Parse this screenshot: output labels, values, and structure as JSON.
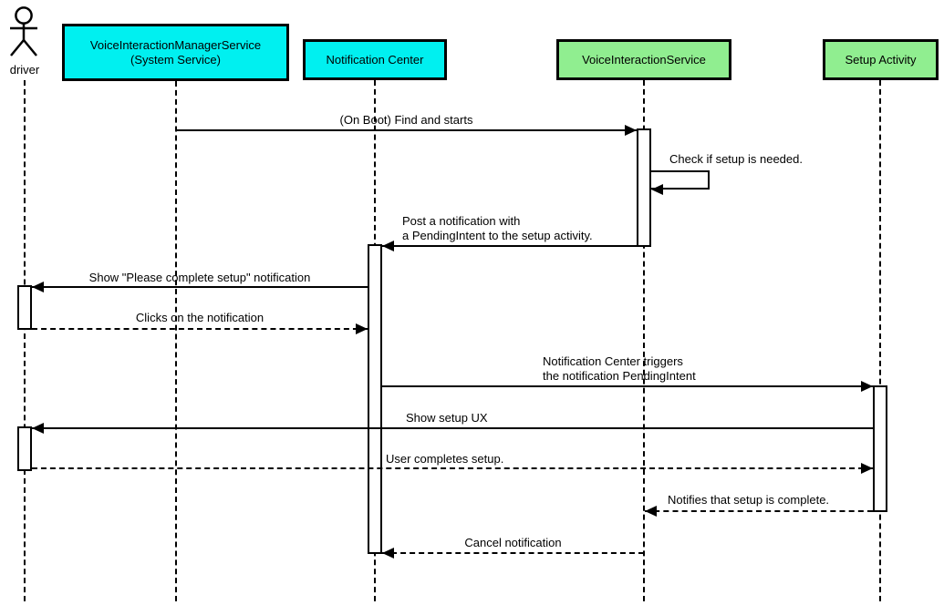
{
  "diagram_type": "uml-sequence-diagram",
  "colors": {
    "system_participant_fill": "#00F0F0",
    "app_participant_fill": "#90EE90",
    "line_color": "#000000",
    "background": "#FFFFFF"
  },
  "participants": [
    {
      "label": "driver",
      "type": "actor"
    },
    {
      "label": "VoiceInteractionManagerService\n(System Service)",
      "type": "system-service",
      "fill": "#00F0F0"
    },
    {
      "label": "Notification Center",
      "type": "system-service",
      "fill": "#00F0F0"
    },
    {
      "label": "VoiceInteractionService",
      "type": "app-component",
      "fill": "#90EE90"
    },
    {
      "label": "Setup Activity",
      "type": "app-component",
      "fill": "#90EE90"
    }
  ],
  "messages": [
    {
      "text": "(On Boot) Find and starts",
      "from": "VoiceInteractionManagerService (System Service)",
      "to": "VoiceInteractionService",
      "style": "solid"
    },
    {
      "text": "Check if setup is needed.",
      "from": "VoiceInteractionService",
      "to": "VoiceInteractionService",
      "style": "solid-self"
    },
    {
      "text": "Post a notification with\na PendingIntent to the setup activity.",
      "from": "VoiceInteractionService",
      "to": "Notification Center",
      "style": "solid"
    },
    {
      "text": "Show \"Please complete setup\" notification",
      "from": "Notification Center",
      "to": "driver",
      "style": "solid"
    },
    {
      "text": "Clicks on the notification",
      "from": "driver",
      "to": "Notification Center",
      "style": "dashed"
    },
    {
      "text": "Notification Center triggers\nthe notification PendingIntent",
      "from": "Notification Center",
      "to": "Setup Activity",
      "style": "solid"
    },
    {
      "text": "Show setup UX",
      "from": "Setup Activity",
      "to": "driver",
      "style": "solid"
    },
    {
      "text": "User completes setup.",
      "from": "driver",
      "to": "Setup Activity",
      "style": "dashed"
    },
    {
      "text": "Notifies that setup is complete.",
      "from": "Setup Activity",
      "to": "VoiceInteractionService",
      "style": "dashed"
    },
    {
      "text": "Cancel notification",
      "from": "VoiceInteractionService",
      "to": "Notification Center",
      "style": "dashed"
    }
  ]
}
